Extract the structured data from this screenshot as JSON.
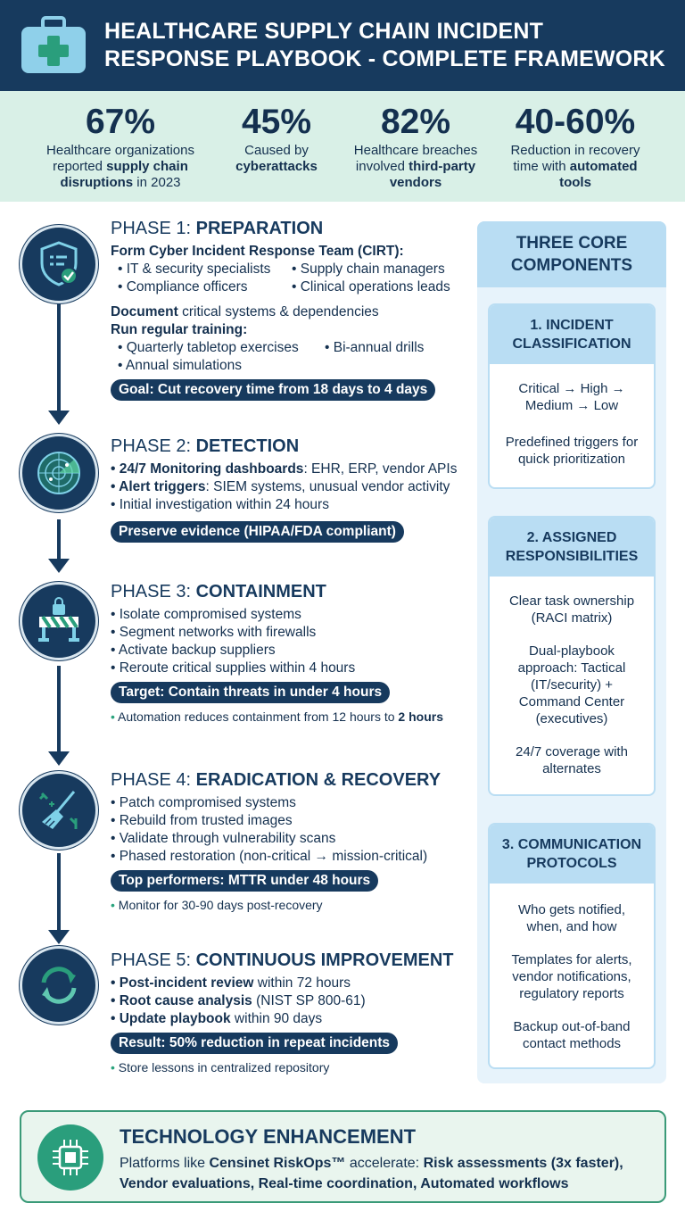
{
  "header": {
    "title_line1": "HEALTHCARE SUPPLY CHAIN INCIDENT",
    "title_line2": "RESPONSE PLAYBOOK - COMPLETE FRAMEWORK",
    "icon": "medical-kit-icon"
  },
  "stats": [
    {
      "value": "67%",
      "t1": "Healthcare organizations",
      "t2a": "reported ",
      "t2b": "supply chain",
      "t3a": "disruptions",
      "t3b": " in 2023"
    },
    {
      "value": "45%",
      "t1": "Caused by",
      "t2b": "cyberattacks"
    },
    {
      "value": "82%",
      "t1": "Healthcare breaches",
      "t2a": "involved ",
      "t2b": "third-party",
      "t3a": "vendors"
    },
    {
      "value": "40-60%",
      "t1": "Reduction in recovery",
      "t2a": "time with ",
      "t2b": "automated",
      "t3a": "tools"
    }
  ],
  "phases": {
    "p1": {
      "num": "PHASE 1: ",
      "name": "PREPARATION",
      "cirt": "Form Cyber Incident Response Team (CIRT):",
      "team": [
        "• IT & security specialists",
        "• Supply chain managers",
        "• Compliance officers",
        "• Clinical operations leads"
      ],
      "doc_b": "Document",
      "doc_t": " critical systems & dependencies",
      "train": "Run regular training:",
      "training": [
        "• Quarterly tabletop exercises",
        "• Bi-annual drills",
        "• Annual simulations"
      ],
      "goal": "Goal: Cut recovery time from 18 days to 4 days"
    },
    "p2": {
      "num": "PHASE 2: ",
      "name": "DETECTION",
      "l1b": "• 24/7 Monitoring dashboards",
      "l1t": ": EHR, ERP, vendor APIs",
      "l2b": "• Alert triggers",
      "l2t": ": SIEM systems, unusual vendor activity",
      "l3": "• Initial investigation within 24 hours",
      "pill": "Preserve evidence (HIPAA/FDA compliant)"
    },
    "p3": {
      "num": "PHASE 3: ",
      "name": "CONTAINMENT",
      "items": [
        "• Isolate compromised systems",
        "• Segment networks with firewalls",
        "• Activate backup suppliers",
        "• Reroute critical supplies within 4 hours"
      ],
      "pill": "Target: Contain threats in under 4 hours",
      "note_dot": "•",
      "note_t": " Automation reduces containment from 12 hours to ",
      "note_b": "2 hours"
    },
    "p4": {
      "num": "PHASE 4: ",
      "name": "ERADICATION & RECOVERY",
      "items": [
        "• Patch compromised systems",
        "• Rebuild from trusted images",
        "• Validate through vulnerability scans",
        "• Phased restoration (non-critical → mission-critical)"
      ],
      "pill": "Top performers: MTTR under 48 hours",
      "note_dot": "•",
      "note_t": " Monitor for 30-90 days post-recovery"
    },
    "p5": {
      "num": "PHASE 5: ",
      "name": "CONTINUOUS IMPROVEMENT",
      "l1b": "• Post-incident review",
      "l1t": " within 72 hours",
      "l2b": "• Root cause analysis",
      "l2t": " (NIST SP 800-61)",
      "l3b": "• Update playbook",
      "l3t": " within 90 days",
      "pill": "Result: 50% reduction in repeat incidents",
      "note_dot": "•",
      "note_t": " Store lessons in centralized repository"
    }
  },
  "panel": {
    "title1": "THREE CORE",
    "title2": "COMPONENTS",
    "c1": {
      "h1": "1. INCIDENT",
      "h2": "CLASSIFICATION",
      "p1a": "Critical → High →",
      "p1b": "Medium → Low",
      "p2a": "Predefined triggers for",
      "p2b": "quick prioritization"
    },
    "c2": {
      "h1": "2. ASSIGNED",
      "h2": "RESPONSIBILITIES",
      "p1a": "Clear task ownership",
      "p1b": "(RACI matrix)",
      "p2a": "Dual-playbook",
      "p2b": "approach: Tactical",
      "p2c": "(IT/security) +",
      "p2d": "Command Center",
      "p2e": "(executives)",
      "p3a": "24/7 coverage with",
      "p3b": "alternates"
    },
    "c3": {
      "h1": "3. COMMUNICATION",
      "h2": "PROTOCOLS",
      "p1a": "Who gets notified,",
      "p1b": "when, and how",
      "p2a": "Templates for alerts,",
      "p2b": "vendor notifications,",
      "p2c": "regulatory reports",
      "p3a": "Backup out-of-band",
      "p3b": "contact methods"
    }
  },
  "footer": {
    "title": "TECHNOLOGY ENHANCEMENT",
    "t1": "Platforms like ",
    "b1": "Censinet RiskOps™",
    "t2": " accelerate: ",
    "b2": "Risk assessments (3x faster), Vendor evaluations, Real-time coordination, Automated workflows"
  },
  "colors": {
    "navy": "#173a5e",
    "mint": "#d9f0e7",
    "sky": "#b9ddf3",
    "green": "#2a9e7c"
  }
}
